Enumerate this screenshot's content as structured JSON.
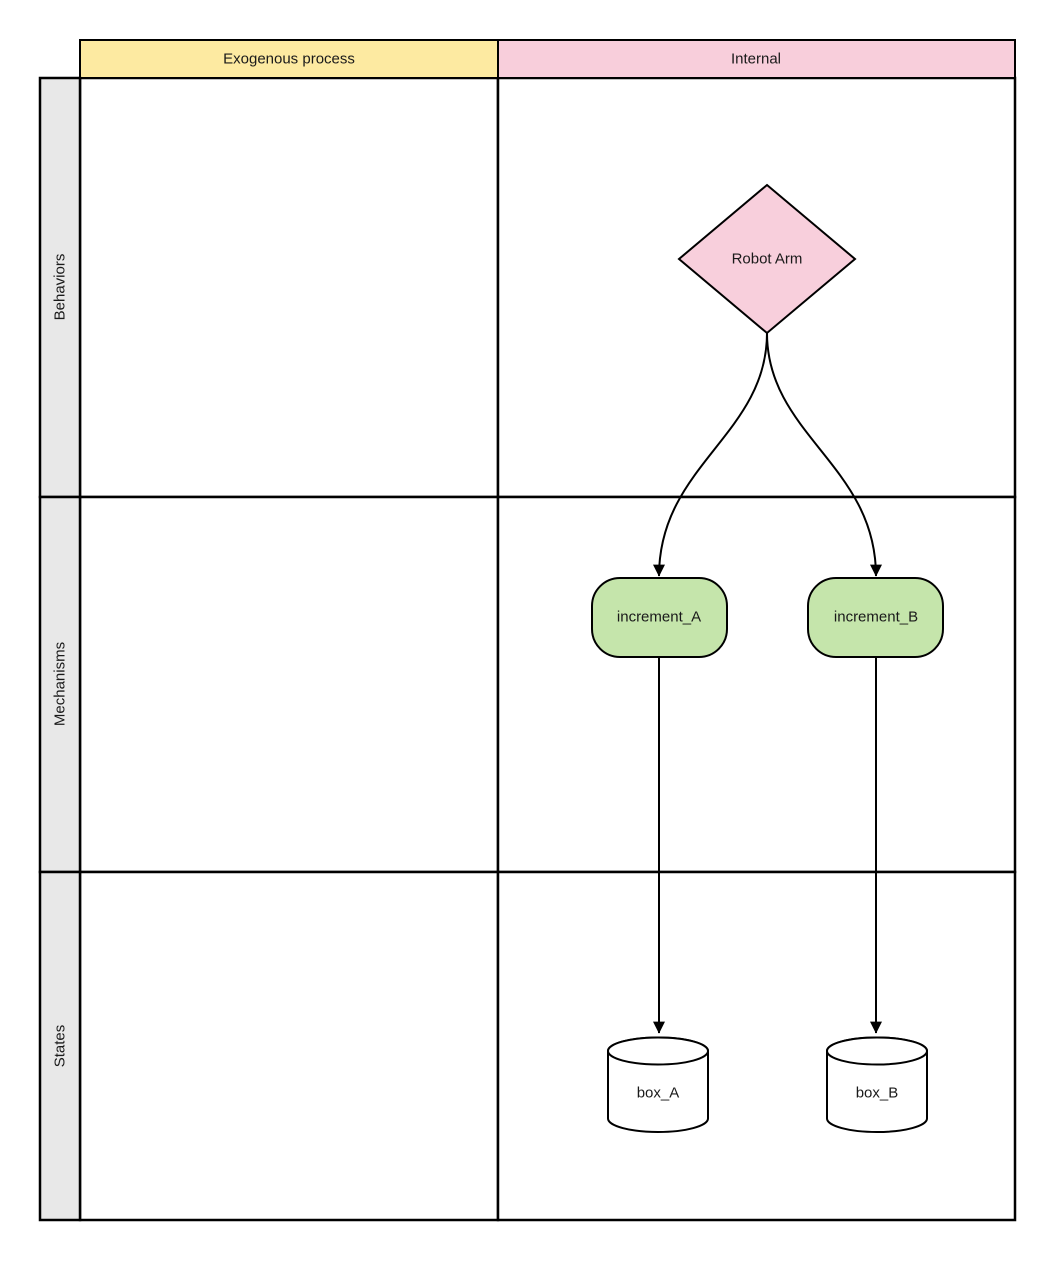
{
  "grid": {
    "column_headers": {
      "exogenous": "Exogenous process",
      "internal": "Internal"
    },
    "row_headers": {
      "behaviors": "Behaviors",
      "mechanisms": "Mechanisms",
      "states": "States"
    }
  },
  "nodes": {
    "robot_arm": {
      "label": "Robot Arm",
      "shape": "diamond",
      "row": "Behaviors",
      "column": "Internal"
    },
    "increment_a": {
      "label": "increment_A",
      "shape": "rounded-rectangle",
      "row": "Mechanisms",
      "column": "Internal"
    },
    "increment_b": {
      "label": "increment_B",
      "shape": "rounded-rectangle",
      "row": "Mechanisms",
      "column": "Internal"
    },
    "box_a": {
      "label": "box_A",
      "shape": "cylinder",
      "row": "States",
      "column": "Internal"
    },
    "box_b": {
      "label": "box_B",
      "shape": "cylinder",
      "row": "States",
      "column": "Internal"
    }
  },
  "edges": [
    {
      "from": "Robot Arm",
      "to": "increment_A",
      "style": "curved-arrow"
    },
    {
      "from": "Robot Arm",
      "to": "increment_B",
      "style": "curved-arrow"
    },
    {
      "from": "increment_A",
      "to": "box_A",
      "style": "straight-arrow"
    },
    {
      "from": "increment_B",
      "to": "box_B",
      "style": "straight-arrow"
    }
  ],
  "colors": {
    "header_yellow": "#fdeaa1",
    "header_pink": "#f8cedb",
    "diamond_pink": "#f8cfdc",
    "node_green": "#c5e5ab",
    "row_label_gray": "#e8e8e8",
    "cell_white": "#ffffff",
    "stroke_black": "#000000"
  }
}
